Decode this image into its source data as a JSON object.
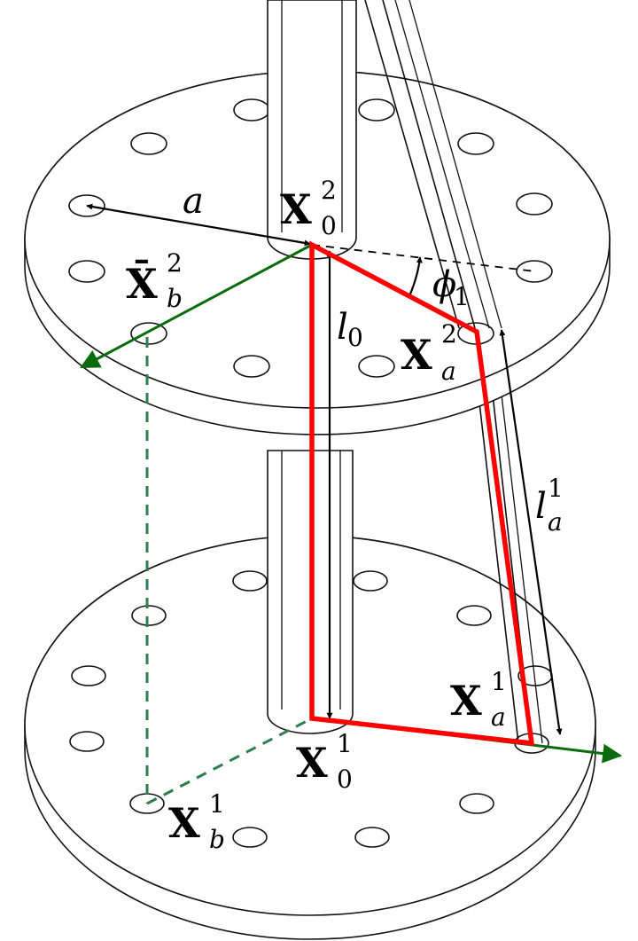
{
  "labels": {
    "a": {
      "main": "a"
    },
    "x02": {
      "main": "X",
      "sub": "0",
      "sup": "2"
    },
    "xb2": {
      "main": "X̄",
      "sub": "b",
      "sup": "2"
    },
    "l0": {
      "main": "l",
      "sub": "0"
    },
    "phi": {
      "main": "ϕ",
      "sub": "1"
    },
    "xa2": {
      "main": "X",
      "sub": "a",
      "sup": "2"
    },
    "la1": {
      "main": "l",
      "sub": "a",
      "sup": "1"
    },
    "xa1": {
      "main": "X",
      "sub": "a",
      "sup": "1"
    },
    "x01": {
      "main": "X",
      "sub": "0",
      "sup": "1"
    },
    "xb1": {
      "main": "X",
      "sub": "b",
      "sup": "1"
    }
  },
  "colors": {
    "frame": "#ff0000",
    "axis": "#0a6b0a",
    "dashed_axis": "#2e7d4f",
    "outline": "#111111"
  }
}
